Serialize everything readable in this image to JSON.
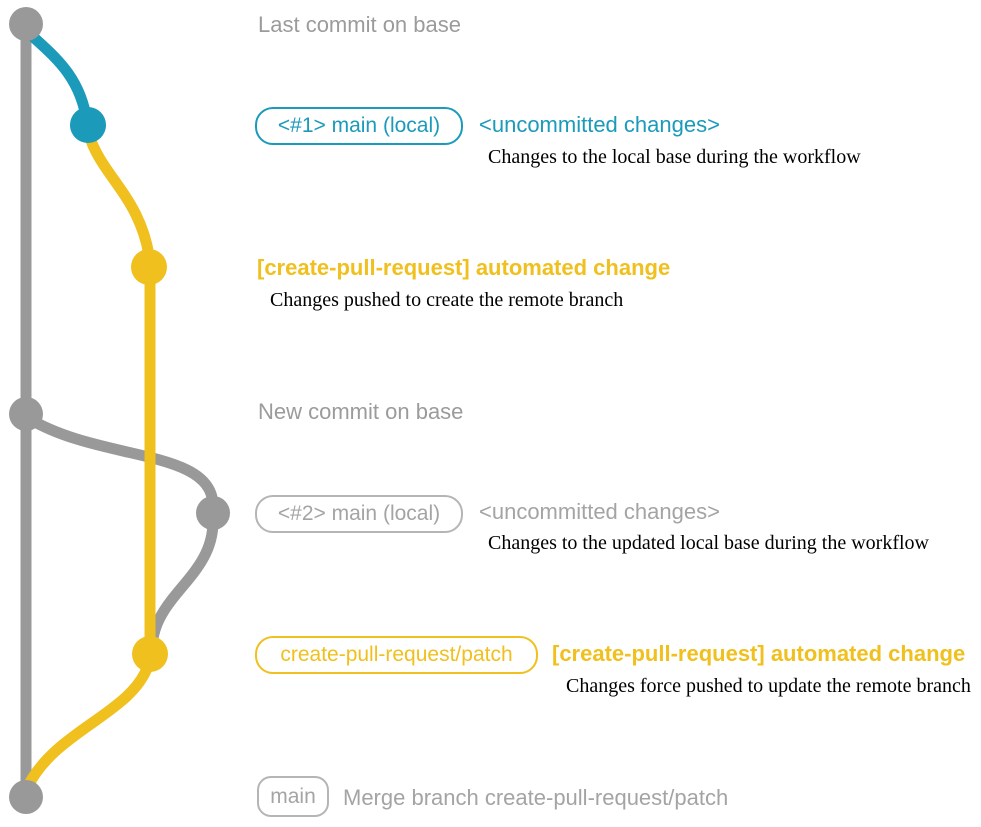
{
  "colors": {
    "base_gray": "#999999",
    "local_teal": "#1b9aba",
    "branch_yellow": "#f0c01e",
    "label_gray": "#a4a4a4",
    "heading_gray": "#9b9b9b",
    "description_black": "#000000"
  },
  "annotations": {
    "last_commit_label": "Last commit on base",
    "section1": {
      "branch_badge": "<#1> main (local)",
      "status": "<uncommitted changes>",
      "description": "Changes to the local base during the workflow"
    },
    "section2": {
      "title": "[create-pull-request] automated change",
      "description": "Changes pushed to create the remote branch"
    },
    "new_commit_label": "New commit on base",
    "section3": {
      "branch_badge": "<#2> main (local)",
      "status": "<uncommitted changes>",
      "description": "Changes to the updated local base during the workflow"
    },
    "section4": {
      "branch_badge": "create-pull-request/patch",
      "title": "[create-pull-request] automated change",
      "description": "Changes force pushed to update the remote branch"
    },
    "section5": {
      "branch_badge": "main",
      "message": "Merge branch create-pull-request/patch"
    }
  },
  "graph": {
    "branches": [
      {
        "name": "base",
        "color": "gray"
      },
      {
        "name": "local-main",
        "color": "teal"
      },
      {
        "name": "create-pull-request-patch",
        "color": "yellow"
      }
    ],
    "commits": [
      {
        "name": "last-commit-on-base",
        "branch": "base",
        "color": "gray"
      },
      {
        "name": "uncommitted-changes-1",
        "branch": "local-main",
        "color": "teal"
      },
      {
        "name": "automated-change-push",
        "branch": "create-pull-request-patch",
        "color": "yellow"
      },
      {
        "name": "new-commit-on-base",
        "branch": "base",
        "color": "gray"
      },
      {
        "name": "uncommitted-changes-2",
        "branch": "local-main",
        "color": "gray"
      },
      {
        "name": "automated-change-force-push",
        "branch": "create-pull-request-patch",
        "color": "yellow"
      },
      {
        "name": "merge-commit",
        "branch": "base",
        "color": "gray"
      }
    ]
  }
}
